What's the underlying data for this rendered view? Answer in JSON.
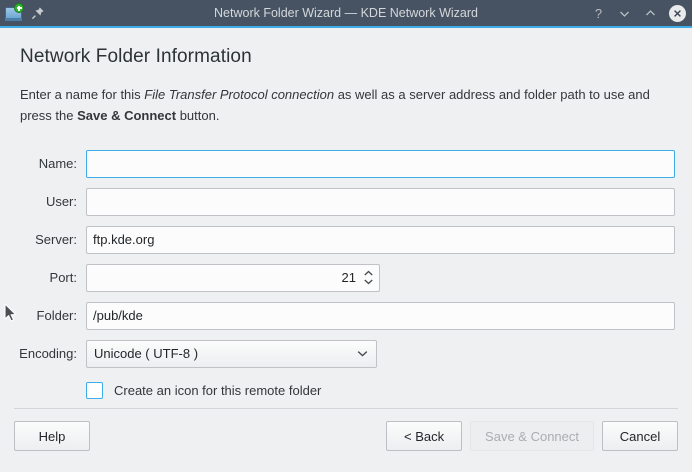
{
  "titlebar": {
    "title": "Network Folder Wizard — KDE Network Wizard",
    "app_icon": "network-folder-add-icon",
    "pin_icon": "pin-icon",
    "help_label": "?",
    "minimize_icon": "chevron-down-icon",
    "maximize_icon": "chevron-up-icon",
    "close_icon": "close-icon",
    "accent_color": "#3daee9",
    "background_color": "#475362"
  },
  "page": {
    "title": "Network Folder Information",
    "description": {
      "part1": "Enter a name for this ",
      "emphasis": "File Transfer Protocol connection",
      "part2": " as well as a server address and folder path to use and press the ",
      "strong": "Save & Connect",
      "part3": " button."
    }
  },
  "form": {
    "fields": [
      {
        "label": "Name:",
        "value": "",
        "focused": true
      },
      {
        "label": "User:",
        "value": "",
        "focused": false
      },
      {
        "label": "Server:",
        "value": "ftp.kde.org",
        "focused": false
      },
      {
        "label": "Port:",
        "value": "21",
        "focused": false
      },
      {
        "label": "Folder:",
        "value": "/pub/kde",
        "focused": false
      },
      {
        "label": "Encoding:",
        "value": "Unicode ( UTF-8 )",
        "focused": false
      }
    ],
    "checkbox": {
      "label": "Create an icon for this remote folder",
      "checked": true
    }
  },
  "footer": {
    "help_label": "Help",
    "back_label": "< Back",
    "save_label": "Save & Connect",
    "save_disabled": true,
    "cancel_label": "Cancel"
  }
}
